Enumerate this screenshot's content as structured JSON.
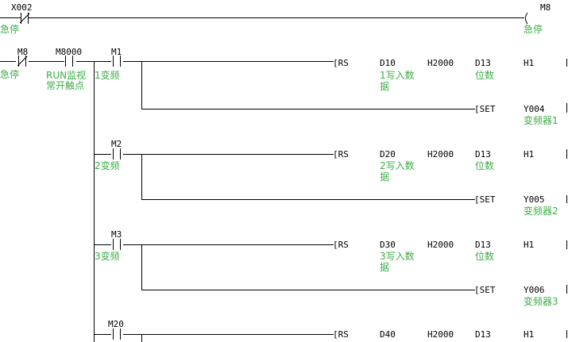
{
  "colors": {
    "wire": "#000000",
    "comment": "#3cae46",
    "background": "#ffffff"
  },
  "rungs": {
    "r1": {
      "contact_x002": {
        "device": "X002",
        "comment": "急停",
        "type": "normally-closed"
      },
      "coil_m8": {
        "device": "M8",
        "comment": "急停",
        "type": "coil"
      }
    },
    "r2": {
      "contact_m8": {
        "device": "M8",
        "comment": "急停",
        "type": "normally-closed"
      },
      "contact_m8000": {
        "device": "M8000",
        "comment_line1": "RUN监视",
        "comment_line2": "常开触点",
        "type": "normally-open"
      }
    },
    "branches": [
      {
        "contact": {
          "device": "M1",
          "comment": "1变频"
        },
        "rs": {
          "op": "[RS",
          "src": "D10",
          "src_comment_line1": "1写入数",
          "src_comment_line2": "据",
          "addr": "H2000",
          "count": "D13",
          "count_comment": "位数",
          "ch": "H1"
        },
        "set": {
          "op": "[SET",
          "dev": "Y004",
          "dev_comment": "变频器1"
        }
      },
      {
        "contact": {
          "device": "M2",
          "comment": "2变频"
        },
        "rs": {
          "op": "[RS",
          "src": "D20",
          "src_comment_line1": "2写入数",
          "src_comment_line2": "据",
          "addr": "H2000",
          "count": "D13",
          "count_comment": "位数",
          "ch": "H1"
        },
        "set": {
          "op": "[SET",
          "dev": "Y005",
          "dev_comment": "变频器2"
        }
      },
      {
        "contact": {
          "device": "M3",
          "comment": "3变频"
        },
        "rs": {
          "op": "[RS",
          "src": "D30",
          "src_comment_line1": "3写入数",
          "src_comment_line2": "据",
          "addr": "H2000",
          "count": "D13",
          "count_comment": "位数",
          "ch": "H1"
        },
        "set": {
          "op": "[SET",
          "dev": "Y006",
          "dev_comment": "变频器3"
        }
      },
      {
        "contact": {
          "device": "M20"
        },
        "rs": {
          "op": "[RS",
          "src": "D40",
          "addr": "H2000",
          "count": "D13",
          "ch": "H1"
        }
      }
    ]
  }
}
